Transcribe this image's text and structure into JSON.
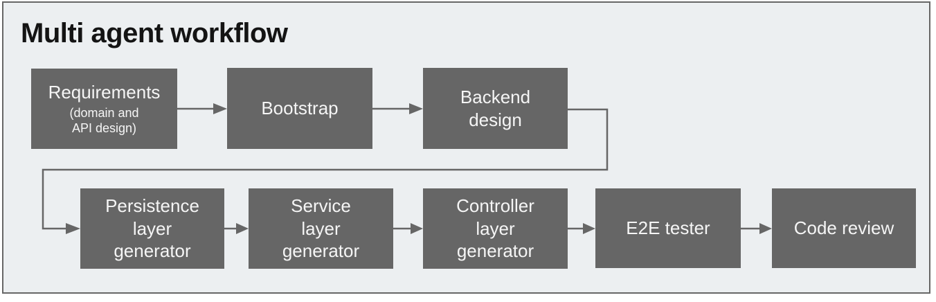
{
  "title": "Multi agent workflow",
  "colors": {
    "background": "#eceff1",
    "frame_border": "#666666",
    "node_fill": "#666666",
    "node_text": "#f5f5f5",
    "connector": "#666666",
    "title_text": "#141414"
  },
  "nodes": [
    {
      "id": "requirements",
      "label": "Requirements",
      "sublabel": "(domain and\nAPI design)"
    },
    {
      "id": "bootstrap",
      "label": "Bootstrap"
    },
    {
      "id": "backend-design",
      "label": "Backend\ndesign"
    },
    {
      "id": "persistence-layer-generator",
      "label": "Persistence\nlayer\ngenerator"
    },
    {
      "id": "service-layer-generator",
      "label": "Service\nlayer\ngenerator"
    },
    {
      "id": "controller-layer-generator",
      "label": "Controller\nlayer\ngenerator"
    },
    {
      "id": "e2e-tester",
      "label": "E2E tester"
    },
    {
      "id": "code-review",
      "label": "Code review"
    }
  ],
  "edges": [
    {
      "from": "requirements",
      "to": "bootstrap"
    },
    {
      "from": "bootstrap",
      "to": "backend-design"
    },
    {
      "from": "backend-design",
      "to": "persistence-layer-generator"
    },
    {
      "from": "persistence-layer-generator",
      "to": "service-layer-generator"
    },
    {
      "from": "service-layer-generator",
      "to": "controller-layer-generator"
    },
    {
      "from": "controller-layer-generator",
      "to": "e2e-tester"
    },
    {
      "from": "e2e-tester",
      "to": "code-review"
    }
  ]
}
